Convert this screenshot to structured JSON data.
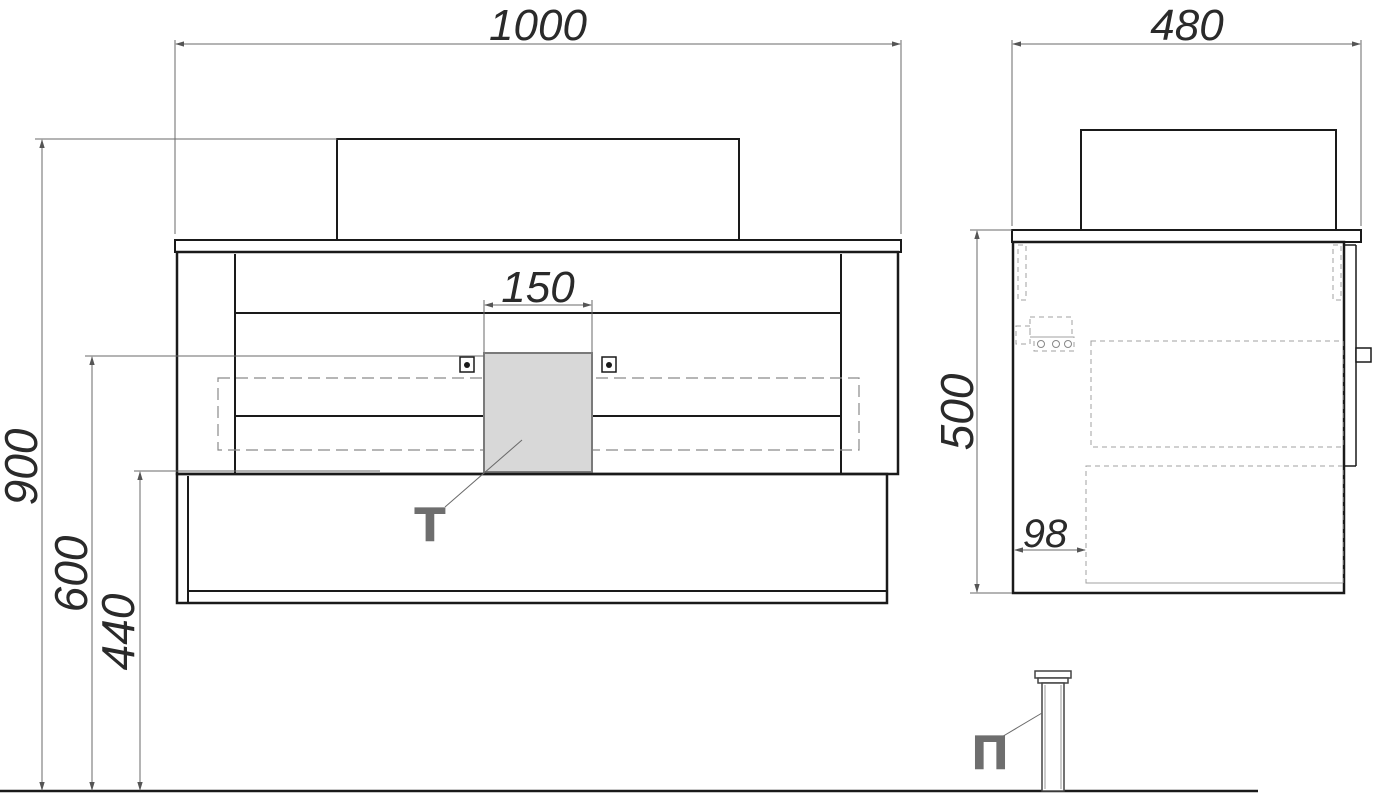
{
  "dimensions": {
    "width_front": "1000",
    "depth_side": "480",
    "total_height": "900",
    "height_600": "600",
    "height_440": "440",
    "siphon_cutout_width": "150",
    "cabinet_height": "500",
    "side_offset": "98"
  },
  "markers": {
    "t": "Т",
    "p": "П"
  }
}
